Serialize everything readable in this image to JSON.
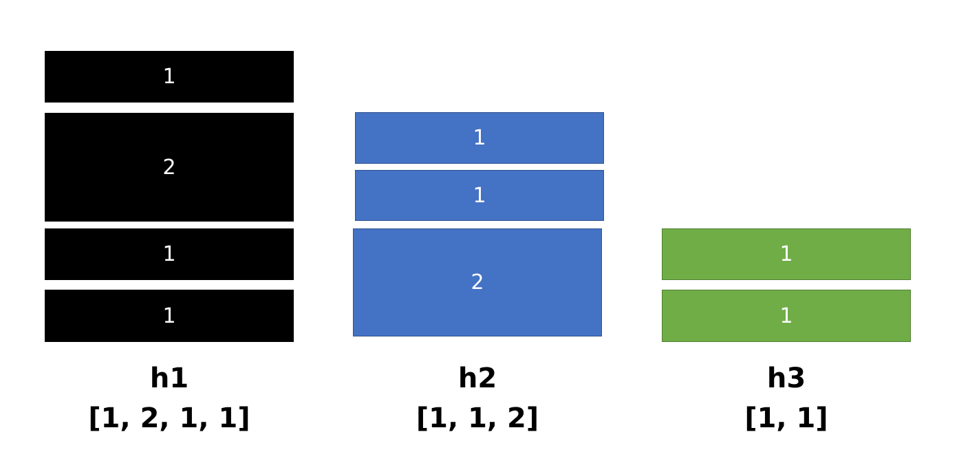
{
  "stacks": [
    {
      "name": "h1",
      "array": "[1, 2, 1, 1]",
      "color": "#000000",
      "cylinders": [
        "1",
        "2",
        "1",
        "1"
      ]
    },
    {
      "name": "h2",
      "array": "[1, 1, 2]",
      "color": "#4472c4",
      "cylinders": [
        "1",
        "1",
        "2"
      ]
    },
    {
      "name": "h3",
      "array": "[1, 1]",
      "color": "#70ad47",
      "cylinders": [
        "1",
        "1"
      ]
    }
  ]
}
